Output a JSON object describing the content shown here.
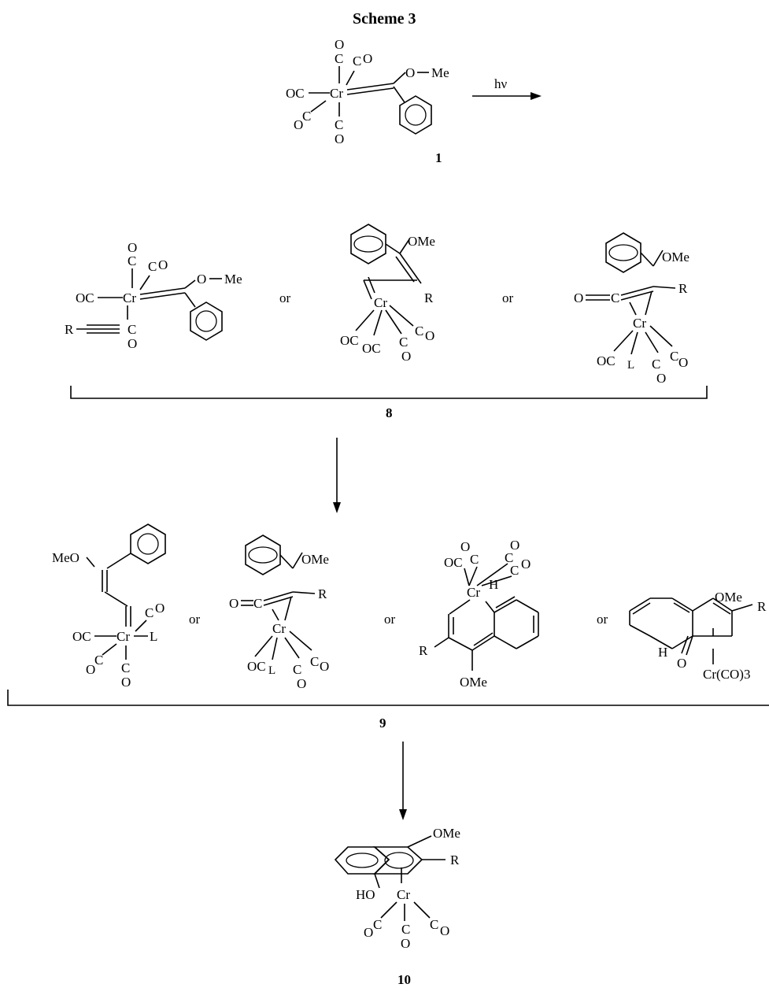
{
  "scheme_title": "Scheme 3",
  "hv": "hν",
  "or": "or",
  "compounds": {
    "c1": "1",
    "c8": "8",
    "c9": "9",
    "c10": "10"
  },
  "atoms": {
    "co_o": "O",
    "co_c": "C",
    "oc": "OC",
    "cr": "Cr",
    "o_me": "O",
    "me": "Me",
    "ome": "OMe",
    "meo": "MeO",
    "r": "R",
    "l": "L",
    "h": "H",
    "ho": "HO",
    "o": "O",
    "cr_co3": "Cr(CO)3"
  }
}
